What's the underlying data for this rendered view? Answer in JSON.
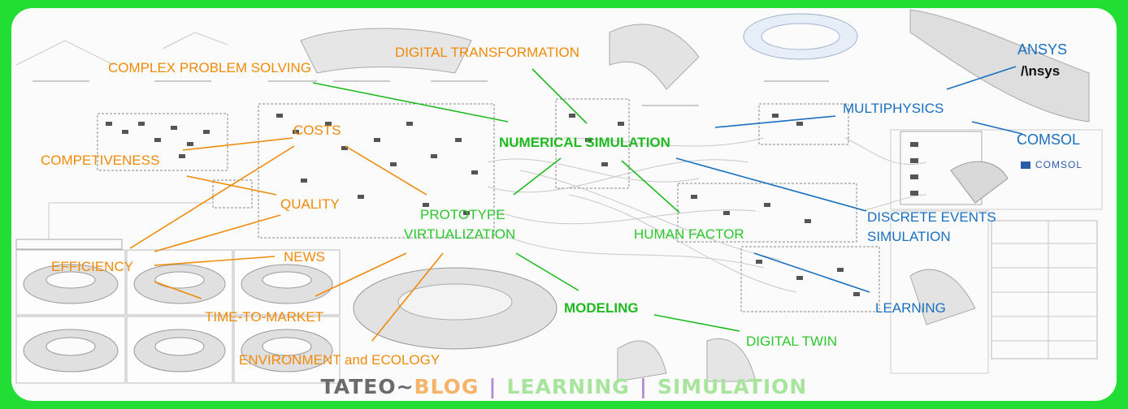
{
  "labels": {
    "complex_problem_solving": "COMPLEX PROBLEM SOLVING",
    "digital_transformation": "DIGITAL TRANSFORMATION",
    "costs": "COSTS",
    "competitiveness": "COMPETIVENESS",
    "quality": "QUALITY",
    "efficiency": "EFFICIENCY",
    "news": "NEWS",
    "time_to_market": "TIME-TO-MARKET",
    "environment_ecology": "ENVIRONMENT and ECOLOGY",
    "prototype_line1": "PROTOTYPE",
    "prototype_line2": "VIRTUALIZATION",
    "numerical_simulation": "NUMERICAL SIMULATION",
    "modeling": "MODELING",
    "human_factor": "HUMAN FACTOR",
    "digital_twin": "DIGITAL TWIN",
    "multiphysics": "MULTIPHYSICS",
    "ansys": "ANSYS",
    "comsol": "COMSOL",
    "discrete_line1": "DISCRETE EVENTS",
    "discrete_line2": "SIMULATION",
    "learning": "LEARNING"
  },
  "logos": {
    "ansys_wordmark": "/\\nsys",
    "comsol_wordmark": "COMSOL"
  },
  "footer": {
    "tateo": "TATEO~",
    "blog": "BLOG",
    "sep1": "|",
    "learning": "LEARNING",
    "sep2": "|",
    "simulation": "SIMULATION"
  },
  "colors": {
    "background": "#22dd33",
    "orange": "#f08a0a",
    "green": "#1fba1f",
    "blue": "#1a6fbf"
  }
}
